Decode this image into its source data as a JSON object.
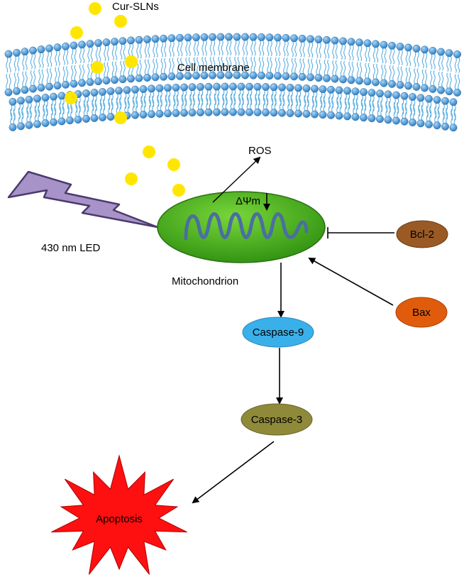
{
  "labels": {
    "nanoparticles": "Cur-SLNs",
    "membrane": "Cell membrane",
    "ros": "ROS",
    "membrane_potential": "ΔΨm",
    "light_source": "430 nm LED",
    "organelle": "Mitochondrion"
  },
  "nodes": {
    "bcl2": "Bcl-2",
    "bax": "Bax",
    "caspase9": "Caspase-9",
    "caspase3": "Caspase-3",
    "apoptosis": "Apoptosis"
  },
  "colors": {
    "nanoparticle": "#ffe600",
    "membrane_head": "#3f8fd0",
    "membrane_tail": "#5aaee0",
    "lightning_fill": "#a893c9",
    "lightning_stroke": "#4a3b6e",
    "mitochondrion": "#4caf1e",
    "cristae": "#4a6fa0",
    "bcl2": "#9a5a26",
    "bax": "#e05c0c",
    "caspase9": "#3ab0ea",
    "caspase3": "#8f8a3a",
    "apoptosis": "#ff1010"
  }
}
